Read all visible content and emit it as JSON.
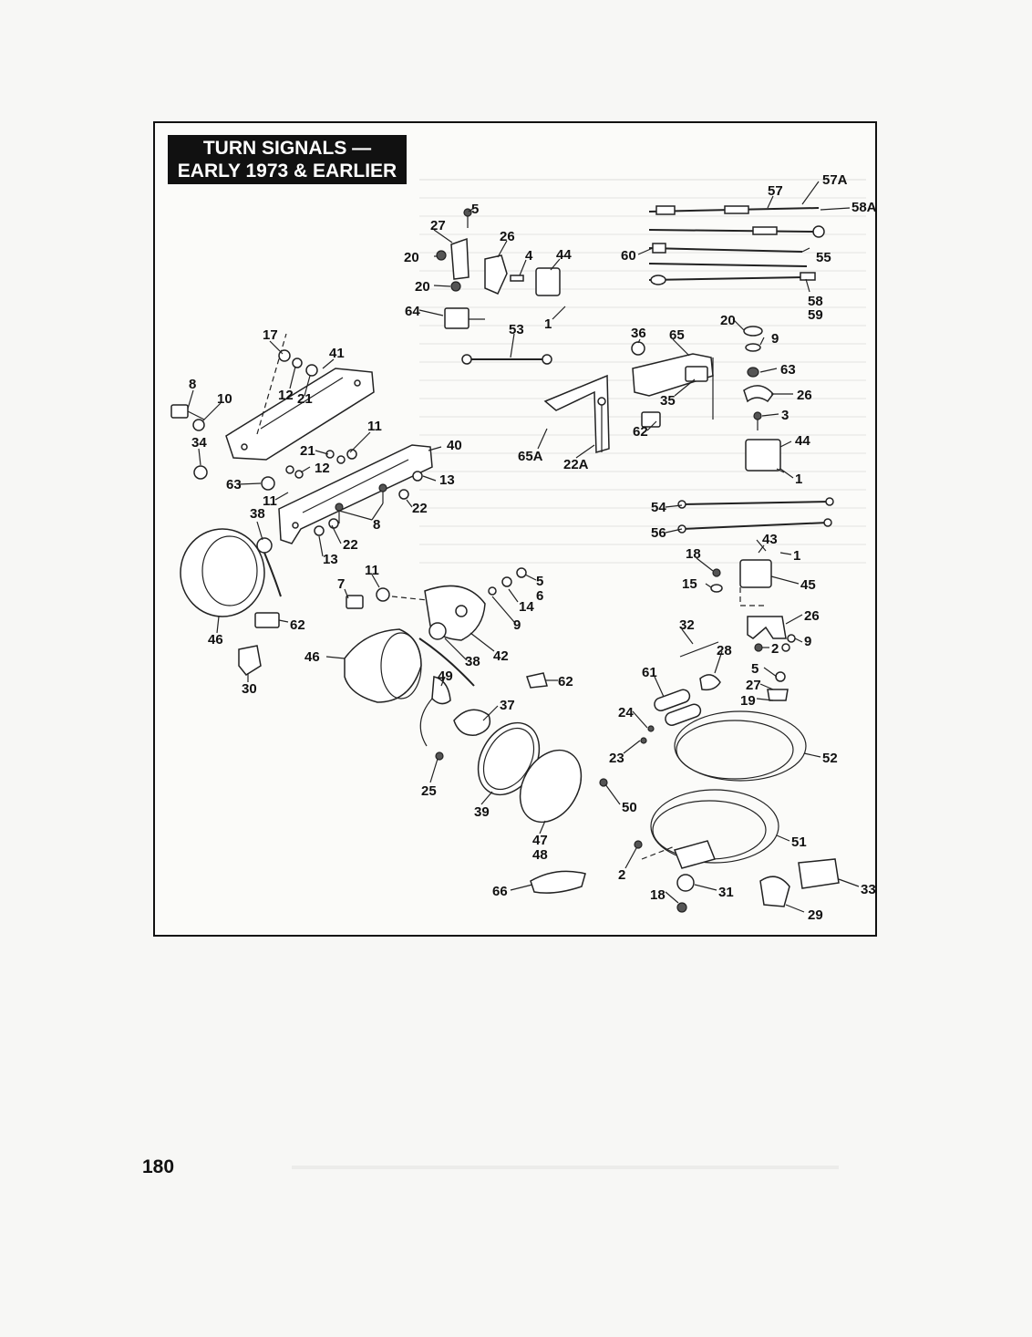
{
  "title_lines": [
    "TURN SIGNALS —",
    "EARLY 1973 & EARLIER"
  ],
  "page_number": "180",
  "callouts": [
    {
      "id": "57A",
      "text": "57A"
    },
    {
      "id": "57",
      "text": "57"
    },
    {
      "id": "58A",
      "text": "58A"
    },
    {
      "id": "5a",
      "text": "5"
    },
    {
      "id": "27a",
      "text": "27"
    },
    {
      "id": "26a",
      "text": "26"
    },
    {
      "id": "4",
      "text": "4"
    },
    {
      "id": "44a",
      "text": "44"
    },
    {
      "id": "20a",
      "text": "20"
    },
    {
      "id": "20b",
      "text": "20"
    },
    {
      "id": "60",
      "text": "60"
    },
    {
      "id": "55",
      "text": "55"
    },
    {
      "id": "58",
      "text": "58"
    },
    {
      "id": "59",
      "text": "59"
    },
    {
      "id": "64",
      "text": "64"
    },
    {
      "id": "1a",
      "text": "1"
    },
    {
      "id": "53",
      "text": "53"
    },
    {
      "id": "36",
      "text": "36"
    },
    {
      "id": "65",
      "text": "65"
    },
    {
      "id": "20c",
      "text": "20"
    },
    {
      "id": "9a",
      "text": "9"
    },
    {
      "id": "63a",
      "text": "63"
    },
    {
      "id": "17",
      "text": "17"
    },
    {
      "id": "41",
      "text": "41"
    },
    {
      "id": "12a",
      "text": "12"
    },
    {
      "id": "21a",
      "text": "21"
    },
    {
      "id": "8a",
      "text": "8"
    },
    {
      "id": "10",
      "text": "10"
    },
    {
      "id": "35",
      "text": "35"
    },
    {
      "id": "26b",
      "text": "26"
    },
    {
      "id": "3",
      "text": "3"
    },
    {
      "id": "62a",
      "text": "62"
    },
    {
      "id": "44b",
      "text": "44"
    },
    {
      "id": "34",
      "text": "34"
    },
    {
      "id": "11a",
      "text": "11"
    },
    {
      "id": "21b",
      "text": "21"
    },
    {
      "id": "40",
      "text": "40"
    },
    {
      "id": "65A",
      "text": "65A"
    },
    {
      "id": "22A",
      "text": "22A"
    },
    {
      "id": "12b",
      "text": "12"
    },
    {
      "id": "1b",
      "text": "1"
    },
    {
      "id": "63b",
      "text": "63"
    },
    {
      "id": "11b",
      "text": "11"
    },
    {
      "id": "13a",
      "text": "13"
    },
    {
      "id": "22a",
      "text": "22"
    },
    {
      "id": "38a",
      "text": "38"
    },
    {
      "id": "8b",
      "text": "8"
    },
    {
      "id": "54",
      "text": "54"
    },
    {
      "id": "56",
      "text": "56"
    },
    {
      "id": "22b",
      "text": "22"
    },
    {
      "id": "43",
      "text": "43"
    },
    {
      "id": "13b",
      "text": "13"
    },
    {
      "id": "1c",
      "text": "1"
    },
    {
      "id": "18a",
      "text": "18"
    },
    {
      "id": "11c",
      "text": "11"
    },
    {
      "id": "7",
      "text": "7"
    },
    {
      "id": "5b",
      "text": "5"
    },
    {
      "id": "6",
      "text": "6"
    },
    {
      "id": "15",
      "text": "15"
    },
    {
      "id": "45",
      "text": "45"
    },
    {
      "id": "14",
      "text": "14"
    },
    {
      "id": "9b",
      "text": "9"
    },
    {
      "id": "26c",
      "text": "26"
    },
    {
      "id": "62b",
      "text": "62"
    },
    {
      "id": "46a",
      "text": "46"
    },
    {
      "id": "32",
      "text": "32"
    },
    {
      "id": "42",
      "text": "42"
    },
    {
      "id": "2a",
      "text": "2"
    },
    {
      "id": "9c",
      "text": "9"
    },
    {
      "id": "46b",
      "text": "46"
    },
    {
      "id": "28",
      "text": "28"
    },
    {
      "id": "38b",
      "text": "38"
    },
    {
      "id": "30",
      "text": "30"
    },
    {
      "id": "5c",
      "text": "5"
    },
    {
      "id": "61",
      "text": "61"
    },
    {
      "id": "49",
      "text": "49"
    },
    {
      "id": "62c",
      "text": "62"
    },
    {
      "id": "27b",
      "text": "27"
    },
    {
      "id": "37",
      "text": "37"
    },
    {
      "id": "19",
      "text": "19"
    },
    {
      "id": "24",
      "text": "24"
    },
    {
      "id": "23",
      "text": "23"
    },
    {
      "id": "52",
      "text": "52"
    },
    {
      "id": "25",
      "text": "25"
    },
    {
      "id": "50",
      "text": "50"
    },
    {
      "id": "39",
      "text": "39"
    },
    {
      "id": "51",
      "text": "51"
    },
    {
      "id": "47",
      "text": "47"
    },
    {
      "id": "48",
      "text": "48"
    },
    {
      "id": "2b",
      "text": "2"
    },
    {
      "id": "66",
      "text": "66"
    },
    {
      "id": "18b",
      "text": "18"
    },
    {
      "id": "31",
      "text": "31"
    },
    {
      "id": "33",
      "text": "33"
    },
    {
      "id": "29",
      "text": "29"
    }
  ]
}
